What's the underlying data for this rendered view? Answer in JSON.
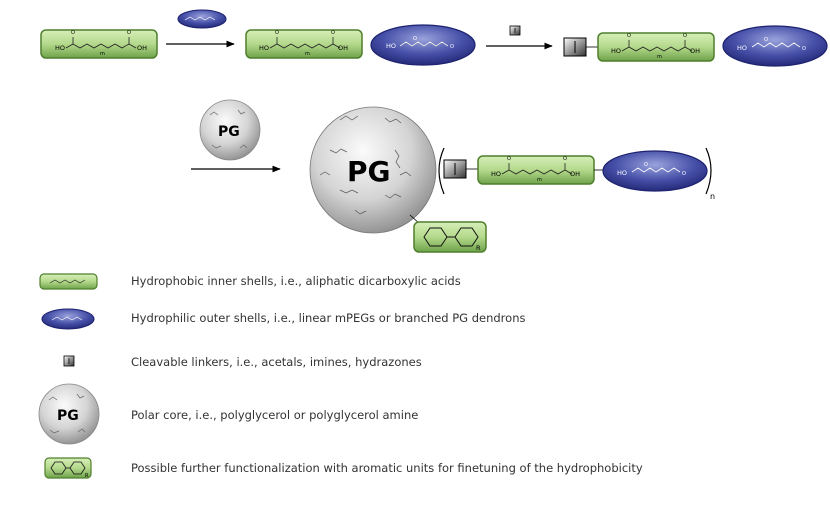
{
  "colors": {
    "hydrophobic_fill_light": "#c9e6a6",
    "hydrophobic_fill_dark": "#6fa34a",
    "hydrophobic_stroke": "#4f7f2d",
    "hydrophilic_fill_light": "#7b86cc",
    "hydrophilic_fill_dark": "#23287a",
    "linker_fill": "#555555",
    "core_light": "#f2f2f2",
    "core_dark": "#8c8c8c",
    "arrow": "#000000"
  },
  "labels": {
    "pg": "PG",
    "r": "R",
    "n": "n",
    "m": "m",
    "ho": "HO",
    "oh": "OH",
    "o": "O",
    "ch3o": "O"
  },
  "legend": [
    {
      "icon": "hydrophobic-shell-icon",
      "text": "Hydrophobic inner shells, i.e., aliphatic dicarboxylic acids"
    },
    {
      "icon": "hydrophilic-shell-icon",
      "text": "Hydrophilic outer shells, i.e., linear mPEGs or branched PG dendrons"
    },
    {
      "icon": "cleavable-linker-icon",
      "text": "Cleavable linkers, i.e., acetals, imines, hydrazones"
    },
    {
      "icon": "polar-core-icon",
      "text": "Polar core, i.e., polyglycerol or polyglycerol amine"
    },
    {
      "icon": "aromatic-unit-icon",
      "text": "Possible further functionalization with aromatic units for finetuning of the hydrophobicity"
    }
  ]
}
